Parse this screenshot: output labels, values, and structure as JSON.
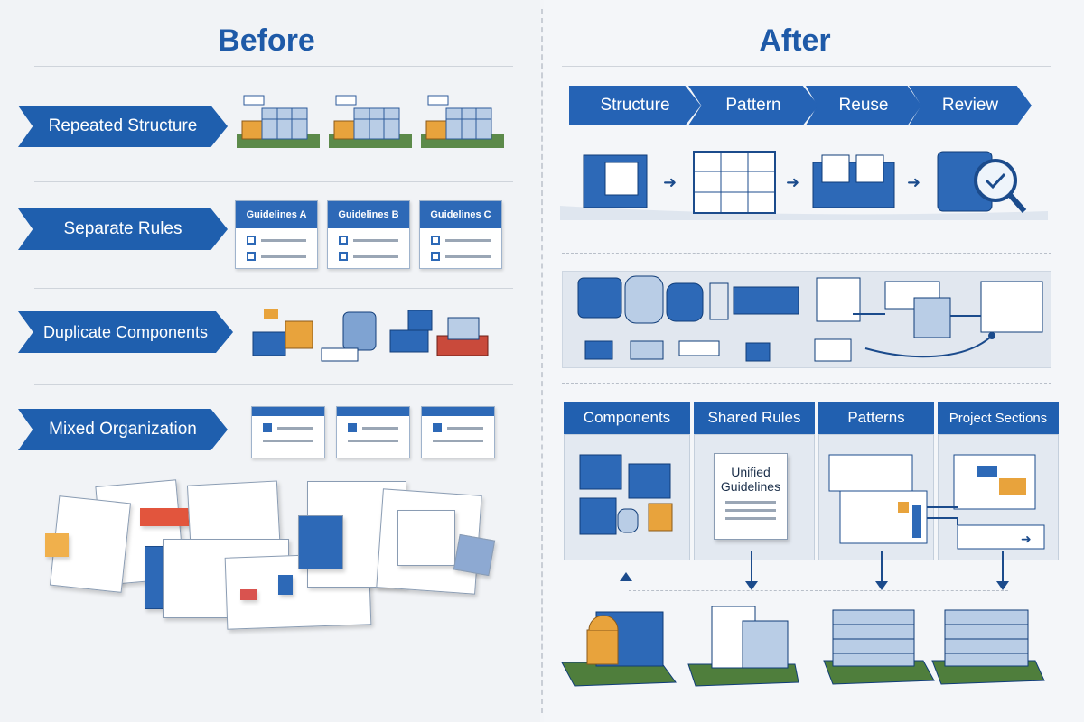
{
  "before": {
    "title": "Before",
    "rows": [
      {
        "label": "Repeated Structure"
      },
      {
        "label": "Separate Rules"
      },
      {
        "label": "Duplicate Components"
      },
      {
        "label": "Mixed Organization"
      }
    ],
    "guidelines": [
      "Guidelines A",
      "Guidelines B",
      "Guidelines C"
    ]
  },
  "after": {
    "title": "After",
    "process": [
      "Structure",
      "Pattern",
      "Reuse",
      "Review"
    ],
    "categories": [
      "Components",
      "Shared Rules",
      "Patterns",
      "Project Sections"
    ],
    "unified_doc": {
      "line1": "Unified",
      "line2": "Guidelines"
    }
  },
  "colors": {
    "primary_blue": "#1f5fae",
    "dark_blue": "#1e5aa8",
    "accent_orange": "#e8a33c",
    "accent_red": "#d9534f",
    "green": "#6a9a4f"
  }
}
